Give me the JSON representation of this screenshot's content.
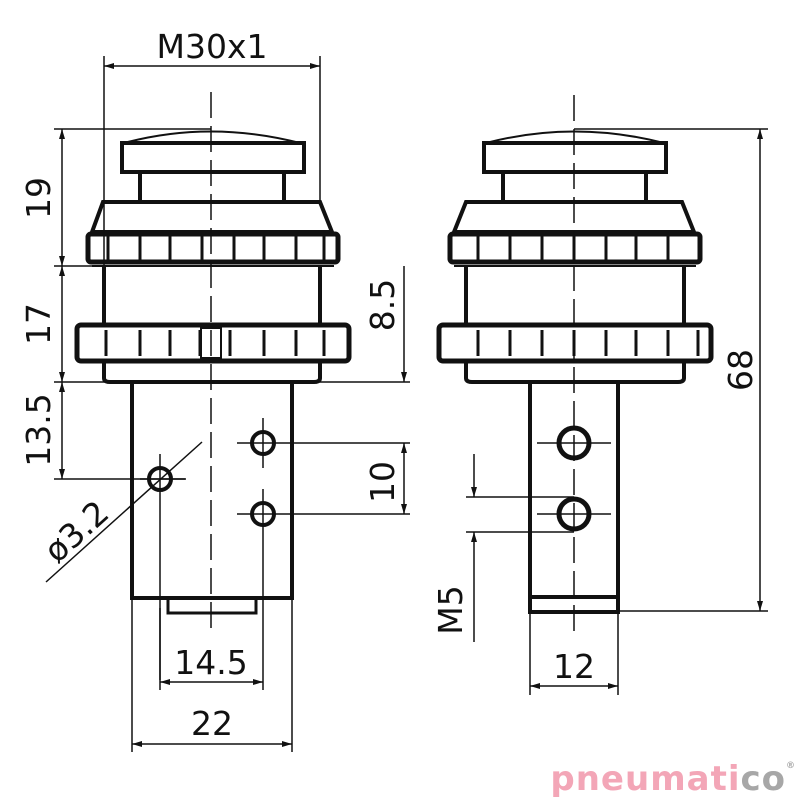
{
  "diagram": {
    "type": "technical drawing",
    "subject": "pneumatic push-button valve, front and side views",
    "colors": {
      "line": "#111111",
      "background": "#ffffff",
      "logo_main": "#f3a6b7",
      "logo_accent": "#a7a7a7"
    }
  },
  "front_view": {
    "dimensions": {
      "thread": "M30x1",
      "height_top": "19",
      "height_mid": "17",
      "height_lower": "13.5",
      "hole_offset": "8.5",
      "hole_spacing": "10",
      "hole_diameter": "ø3.2",
      "inner_width": "14.5",
      "body_width": "22"
    }
  },
  "side_view": {
    "dimensions": {
      "total_height": "68",
      "port_thread": "M5",
      "body_width": "12"
    }
  },
  "logo": {
    "main": "pneumati",
    "accent": "co",
    "registered": "®"
  }
}
